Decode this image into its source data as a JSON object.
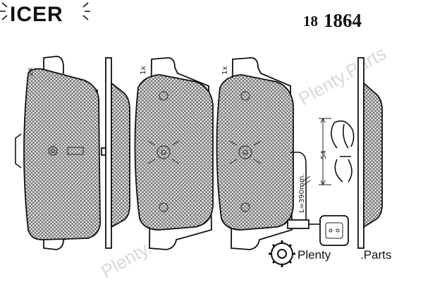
{
  "header": {
    "brand": "ICER",
    "part_prefix": "18",
    "part_number": "1864"
  },
  "quantities": {
    "pad_left": "2x",
    "pad_middle": "1x",
    "pad_right": "1x"
  },
  "dimensions": {
    "spring_height": "54",
    "wire_length": "L=390mm."
  },
  "watermark": {
    "brand_word": "Plenty",
    "suffix": ".Parts",
    "ghost_text": "Plenty.Parts"
  },
  "colors": {
    "ink": "#111111",
    "background": "#ffffff",
    "watermark_ghost": "#d9d9d9"
  }
}
